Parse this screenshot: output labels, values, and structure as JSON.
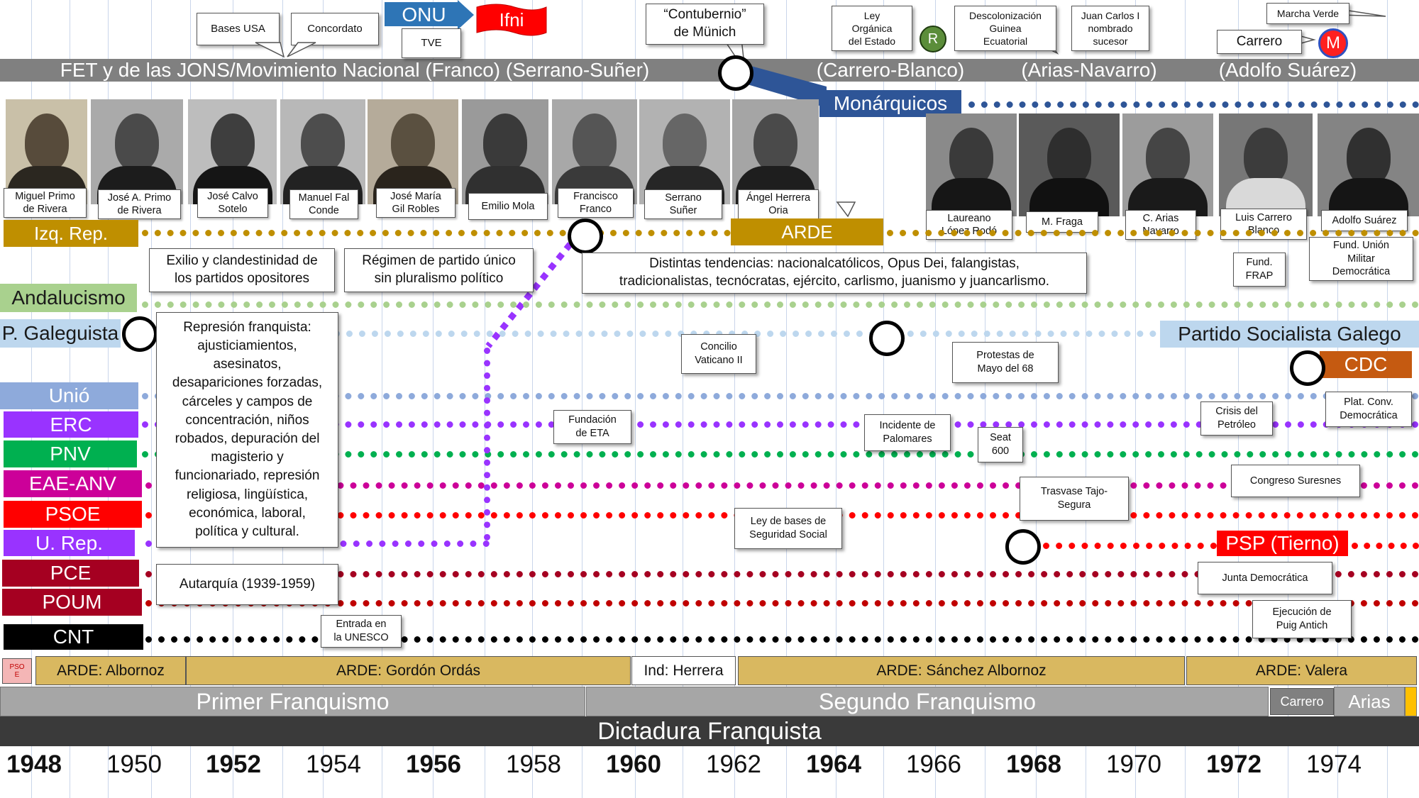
{
  "title_bar": "FET y de las JONS/Movimiento Nacional (Franco) (Serrano-Suñer)",
  "segment_labels": [
    "(Carrero-Blanco)",
    "(Arias-Navarro)",
    "(Adolfo Suárez)"
  ],
  "top_items": {
    "onu": "ONU",
    "ifni": "Ifni",
    "tve": "TVE",
    "bases_usa": "Bases USA",
    "concordato": "Concordato",
    "contubernio": "“Contubernio”\nde Münich",
    "ley_organica": "Ley\nOrgánica\ndel Estado",
    "r_badge": "R",
    "descolonizacion": "Descolonización\nGuinea\nEcuatorial",
    "juan_carlos": "Juan Carlos I\nnombrado\nsucesor",
    "marcha_verde": "Marcha Verde",
    "carrero": "Carrero",
    "m_badge": "M"
  },
  "monarquicos": "Monárquicos",
  "people": [
    {
      "name": "Miguel Primo\nde Rivera"
    },
    {
      "name": "José A. Primo\nde Rivera"
    },
    {
      "name": "José Calvo\nSotelo"
    },
    {
      "name": "Manuel Fal\nConde"
    },
    {
      "name": "José María\nGil Robles"
    },
    {
      "name": "Emilio Mola"
    },
    {
      "name": "Francisco\nFranco"
    },
    {
      "name": "Serrano\nSuñer"
    },
    {
      "name": "Ángel Herrera\nOria"
    },
    {
      "name": "Laureano\nLópez Rodó"
    },
    {
      "name": "M. Fraga"
    },
    {
      "name": "C. Arias\nNavarro"
    },
    {
      "name": "Luis Carrero\nBlanco"
    },
    {
      "name": "Adolfo Suárez"
    }
  ],
  "parties": {
    "izq_rep": "Izq. Rep.",
    "arde": "ARDE",
    "andalucismo": "Andalucismo",
    "galeguista": "P. Galeguista",
    "psg": "Partido Socialista Galego",
    "cdc": "CDC",
    "unio": "Unió",
    "erc": "ERC",
    "pnv": "PNV",
    "eae": "EAE-ANV",
    "psoe": "PSOE",
    "urep": "U. Rep.",
    "psp": "PSP (Tierno)",
    "pce": "PCE",
    "poum": "POUM",
    "cnt": "CNT"
  },
  "notes": {
    "exilio": "Exilio y clandestinidad de\nlos partidos opositores",
    "regimen": "Régimen de partido único\nsin pluralismo político",
    "tendencias": "Distintas tendencias: nacionalcatólicos, Opus Dei, falangistas,\ntradicionalistas, tecnócratas, ejército, carlismo, juanismo y juancarlismo.",
    "represion": "Represión franquista:\najusticiamientos,\nasesinatos,\ndesapariciones forzadas,\ncárceles y campos de\nconcentración, niños\nrobados, depuración del\nmagisterio y\nfuncionariado, represión\nreligiosa, lingüística,\neconómica, laboral,\npolítica y cultural.",
    "autarquia": "Autarquía (1939-1959)",
    "unesco": "Entrada en\nla UNESCO",
    "eta": "Fundación\nde ETA",
    "concilio": "Concilio\nVaticano II",
    "palomares": "Incidente de\nPalomares",
    "mayo68": "Protestas de\nMayo del 68",
    "seat": "Seat\n600",
    "trasvase": "Trasvase Tajo-\nSegura",
    "seguridad": "Ley de bases de\nSeguridad Social",
    "frap": "Fund.\nFRAP",
    "umd": "Fund. Unión\nMilitar\nDemocrática",
    "petroleo": "Crisis del\nPetróleo",
    "platconv": "Plat. Conv.\nDemocrática",
    "suresnes": "Congreso Suresnes",
    "junta": "Junta Democrática",
    "puig": "Ejecución de\nPuig Antich"
  },
  "arde_row": {
    "psoe_small": "PSO\nE",
    "albornoz": "ARDE: Albornoz",
    "gordon": "ARDE: Gordón Ordás",
    "herrera": "Ind: Herrera",
    "sanchez": "ARDE: Sánchez Albornoz",
    "valera": "ARDE: Valera"
  },
  "periods": {
    "primer": "Primer Franquismo",
    "segundo": "Segundo Franquismo",
    "carrero": "Carrero",
    "arias": "Arias"
  },
  "dictadura": "Dictadura Franquista",
  "years": [
    {
      "label": "1948",
      "bold": true
    },
    {
      "label": "1950",
      "bold": false
    },
    {
      "label": "1952",
      "bold": true
    },
    {
      "label": "1954",
      "bold": false
    },
    {
      "label": "1956",
      "bold": true
    },
    {
      "label": "1958",
      "bold": false
    },
    {
      "label": "1960",
      "bold": true
    },
    {
      "label": "1962",
      "bold": false
    },
    {
      "label": "1964",
      "bold": true
    },
    {
      "label": "1966",
      "bold": false
    },
    {
      "label": "1968",
      "bold": true
    },
    {
      "label": "1970",
      "bold": false
    },
    {
      "label": "1972",
      "bold": true
    },
    {
      "label": "1974",
      "bold": false
    }
  ],
  "colors": {
    "grey_bar": "#808080",
    "navy": "#2e5597",
    "gold": "#bf8f00",
    "green_light": "#a9d18e",
    "light_blue": "#bdd7ee",
    "unio_blue": "#8eaadb",
    "purple": "#9933ff",
    "green": "#00b050",
    "magenta": "#cc0099",
    "red": "#ff0000",
    "dark_red": "#a50021",
    "maroon": "#c00000",
    "orange": "#c55a11",
    "ochre": "#d9b860",
    "black": "#000000"
  }
}
